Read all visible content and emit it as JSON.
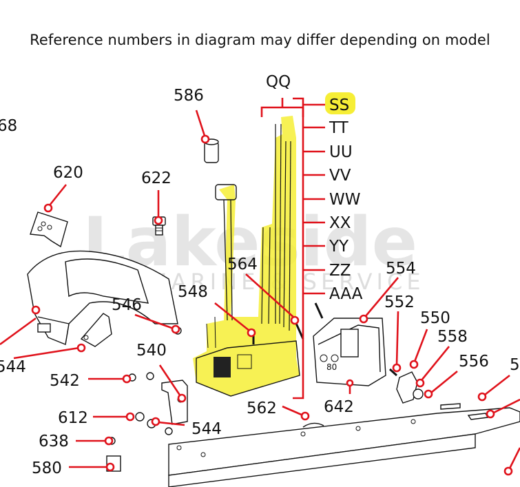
{
  "notice": "Reference numbers in diagram may differ depending on model",
  "watermark": {
    "line1": "Lakeside",
    "line2": "MARINE & SERVICE"
  },
  "callouts": {
    "c68": "68",
    "c586": "586",
    "c620": "620",
    "c622": "622",
    "c564": "564",
    "c548": "548",
    "c546": "546",
    "c554": "554",
    "c552": "552",
    "c550": "550",
    "c558": "558",
    "c556": "556",
    "c540": "540",
    "c544a": "544",
    "c542": "542",
    "c562": "562",
    "c642": "642",
    "c612": "612",
    "c544b": "544",
    "c638": "638",
    "c580": "580",
    "c5edge": "5",
    "c80": "80"
  },
  "subparts": {
    "group": "QQ",
    "items": [
      "SS",
      "TT",
      "UU",
      "VV",
      "WW",
      "XX",
      "YY",
      "ZZ",
      "AAA"
    ]
  },
  "colors": {
    "leader": "#e0121b",
    "highlight": "#f6ee36",
    "line": "#111111"
  }
}
